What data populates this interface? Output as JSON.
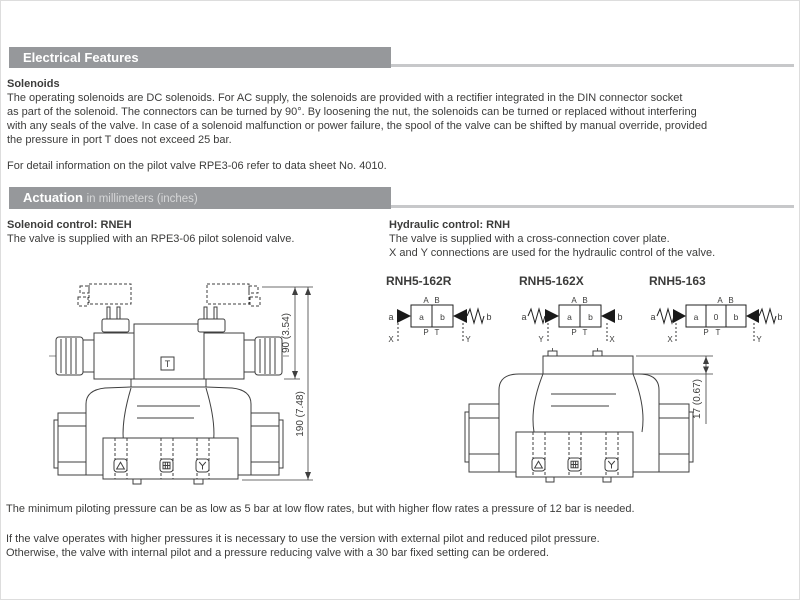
{
  "electrical": {
    "title": "Electrical Features",
    "heading": "Solenoids",
    "lines": [
      "The operating solenoids are DC solenoids. For AC supply, the solenoids are provided with a rectifier integrated in the DIN connector socket",
      "as part of the solenoid. The connectors can be turned by 90°. By loosening the nut, the solenoids can be turned or replaced without interfering",
      "with any seals of the valve. In case of a solenoid malfunction or power failure, the spool of the valve can be shifted by manual override, provided",
      "the pressure in port T does not exceed 25 bar."
    ],
    "note": "For detail information on the pilot valve RPE3-06 refer to data sheet No. 4010."
  },
  "actuation": {
    "title": "Actuation",
    "subtitle": "in millimeters (inches)",
    "solenoid_control": {
      "heading": "Solenoid control: RNEH",
      "line1": "The valve is supplied with an RPE3-06 pilot solenoid valve."
    },
    "hydraulic_control": {
      "heading": "Hydraulic control: RNH",
      "line1": "The valve is supplied with a cross-connection cover plate.",
      "line2": "X and Y connections are used for the hydraulic control of the valve."
    },
    "schematics": [
      {
        "label": "RNH5-162R",
        "left_label": "a",
        "right_label": "b",
        "boxes": [
          "a",
          "b"
        ],
        "top": [
          "A",
          "B"
        ],
        "bottom": [
          "P",
          "T"
        ],
        "left_port": "X",
        "right_port": "Y"
      },
      {
        "label": "RNH5-162X",
        "left_label": "a",
        "right_label": "b",
        "boxes": [
          "a",
          "b"
        ],
        "top": [
          "A",
          "B"
        ],
        "bottom": [
          "P",
          "T"
        ],
        "left_port": "Y",
        "right_port": "X"
      },
      {
        "label": "RNH5-163",
        "left_label": "a",
        "right_label": "b",
        "boxes": [
          "a",
          "0",
          "b"
        ],
        "top": [
          "A",
          "B"
        ],
        "bottom": [
          "P",
          "T"
        ],
        "left_port": "X",
        "right_port": "Y"
      }
    ],
    "dimensions": {
      "pilot_height": "90 (3.54)",
      "total_height": "190 (7.48)",
      "cover_height": "17 (0.67)",
      "tank_port": "T"
    }
  },
  "footer": {
    "p1": "The minimum piloting pressure can be as low as 5 bar at low flow rates, but with higher flow rates a pressure of 12 bar is needed.",
    "p2": "If the valve operates with higher pressures it is necessary to use the version with external pilot and reduced pilot pressure.",
    "p3": "Otherwise, the valve with internal pilot and a pressure reducing valve with a 30 bar fixed setting can be ordered."
  }
}
